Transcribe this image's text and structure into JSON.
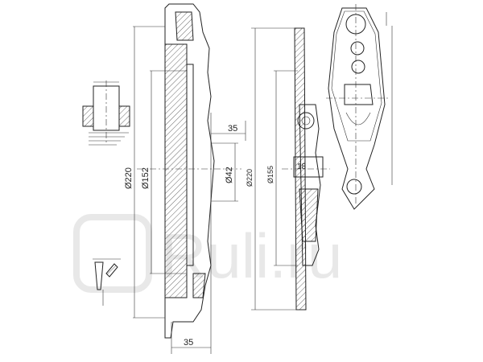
{
  "watermark": "Ruli.ru",
  "pressure_plate": {
    "dim_outer_diameter": "Ø220",
    "dim_inner_diameter": "Ø152",
    "dim_hub_diameter": "Ø42",
    "dim_height_top": "35",
    "dim_height_bottom": "35"
  },
  "clutch_disc": {
    "dim_outer_diameter": "Ø220",
    "dim_inner_diameter": "Ø155",
    "dim_thickness": "18"
  }
}
